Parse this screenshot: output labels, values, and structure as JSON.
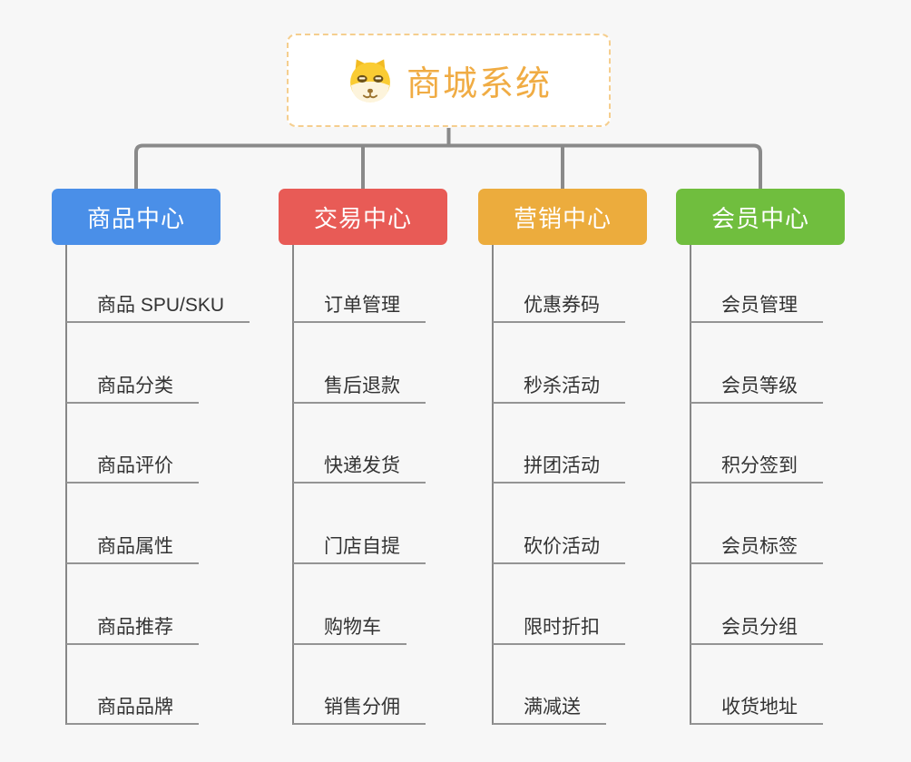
{
  "page": {
    "background": "#F7F7F7",
    "connector_color": "#8A8A8A"
  },
  "root": {
    "title": "商城系统",
    "icon": "doge-icon",
    "text_color": "#F0AC44",
    "border_color": "#F5CE8E",
    "background": "#FFFFFF"
  },
  "branches": [
    {
      "label": "商品中心",
      "color": "#4A8FE8",
      "children": [
        "商品 SPU/SKU",
        "商品分类",
        "商品评价",
        "商品属性",
        "商品推荐",
        "商品品牌"
      ]
    },
    {
      "label": "交易中心",
      "color": "#E85B56",
      "children": [
        "订单管理",
        "售后退款",
        "快递发货",
        "门店自提",
        "购物车",
        "销售分佣"
      ]
    },
    {
      "label": "营销中心",
      "color": "#ECAC3D",
      "children": [
        "优惠券码",
        "秒杀活动",
        "拼团活动",
        "砍价活动",
        "限时折扣",
        "满减送"
      ]
    },
    {
      "label": "会员中心",
      "color": "#70BE3E",
      "children": [
        "会员管理",
        "会员等级",
        "积分签到",
        "会员标签",
        "会员分组",
        "收货地址"
      ]
    }
  ]
}
